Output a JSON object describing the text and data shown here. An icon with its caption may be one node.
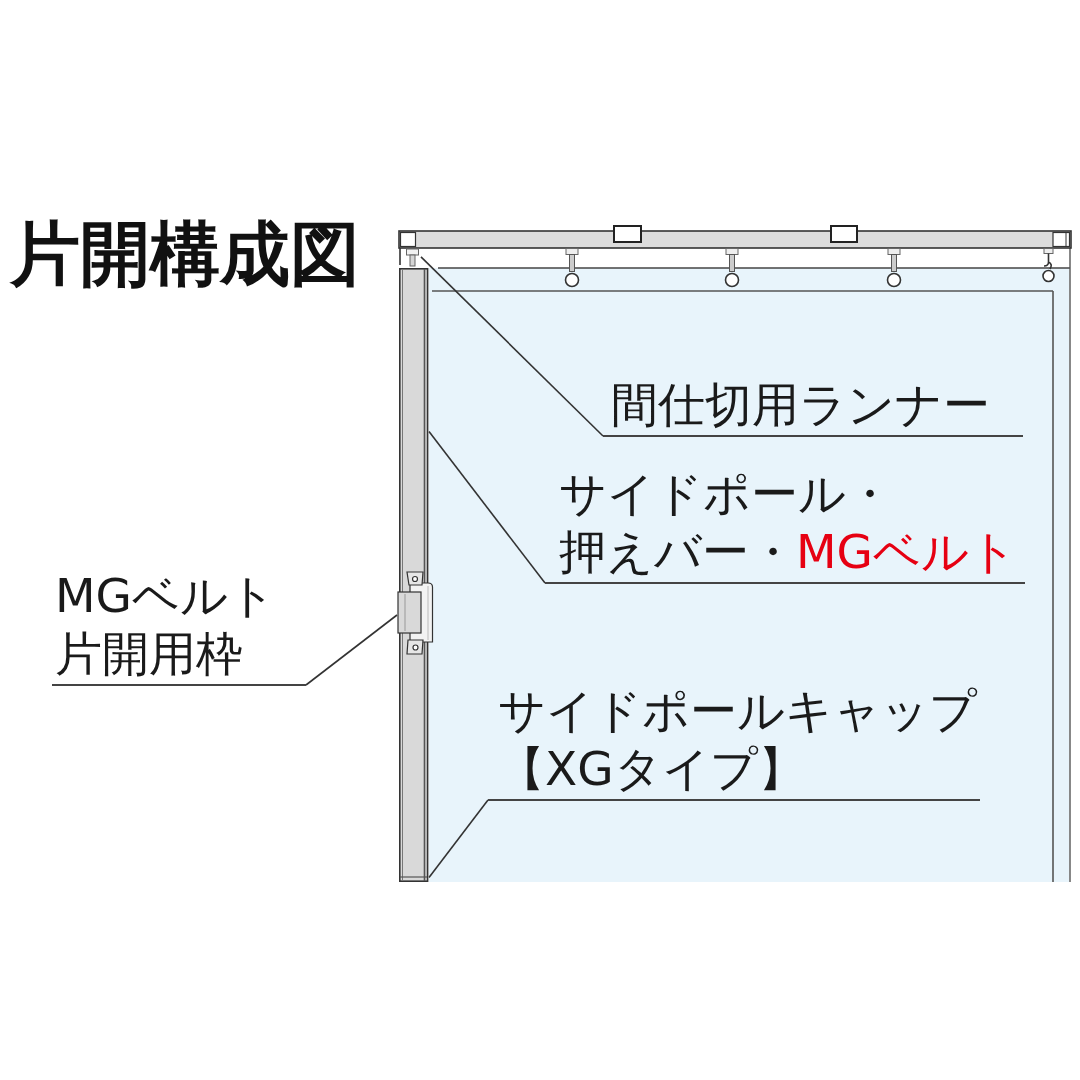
{
  "diagram": {
    "title": "片開構成図",
    "nodes": [
      {
        "text": [
          "間仕切用ランナー"
        ]
      },
      {
        "text": [],
        "shape": "picture"
      },
      {
        "text": [
          "サイドポール・押えバー・",
          "MGベルト"
        ]
      },
      {
        "text": [],
        "shape": "bar"
      },
      {
        "text": [
          "MGベルト片開用枠"
        ]
      },
      {
        "text": [],
        "shape": "picture"
      },
      {
        "text": [
          "サイドポールキャップ【XGタイプ】"
        ]
      }
    ],
    "edges": [
      {
        "from": 0,
        "to": 1,
        "arrow": "none"
      },
      {
        "from": 2,
        "to": 3,
        "arrow": "none"
      },
      {
        "from": 4,
        "to": 5,
        "arrow": "none"
      },
      {
        "from": 6,
        "to": 3,
        "arrow": "none"
      }
    ]
  }
}
